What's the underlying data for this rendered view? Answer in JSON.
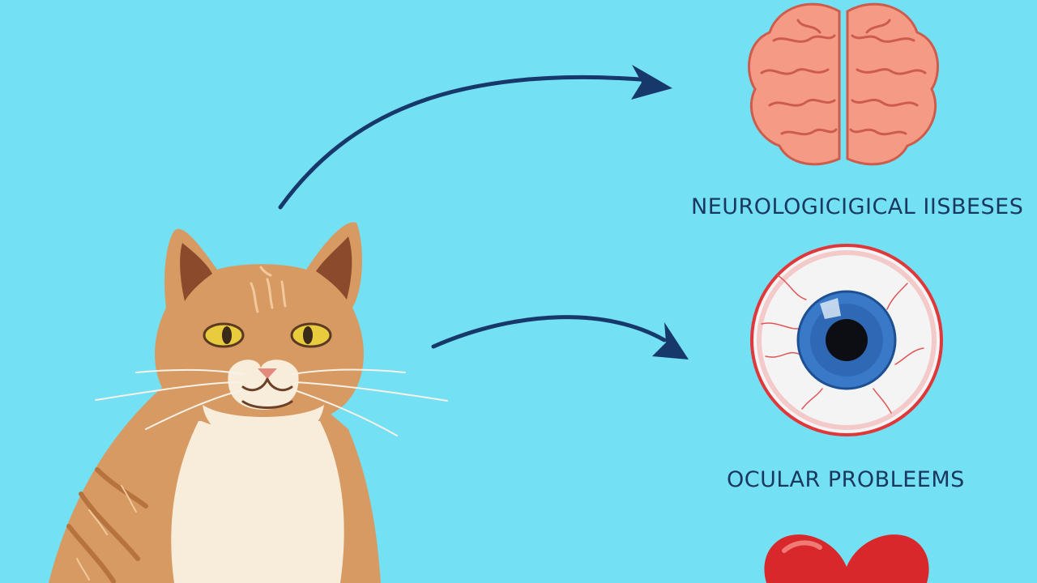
{
  "diagram": {
    "labels": {
      "neurological": "NEUROLOGICIGICAL IISBESES",
      "ocular": "OCULAR PROBLEEMS"
    },
    "colors": {
      "background": "#74e0f3",
      "arrow": "#17386a",
      "cat_fur": "#d79a62",
      "brain": "#f59a85",
      "iris": "#3a79c8",
      "heart": "#d9282b"
    },
    "icons": [
      "cat-illustration",
      "brain-icon",
      "eye-icon",
      "heart-icon",
      "arrow-icon"
    ]
  }
}
